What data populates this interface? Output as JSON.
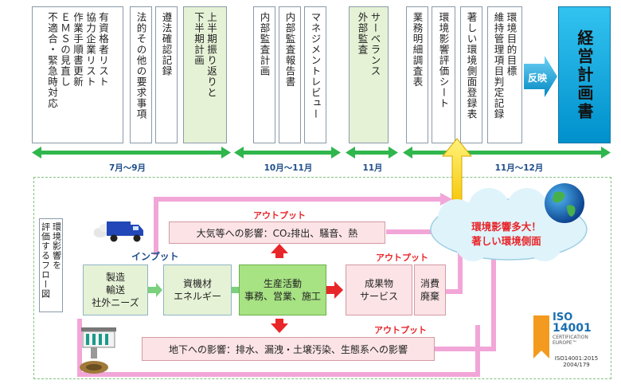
{
  "top_boxes": [
    {
      "lines": [
        "不適合・緊急時対応",
        "ＥＭＳの見直し",
        "作業手順書更新",
        "協力企業リスト",
        "有資格者リスト"
      ]
    },
    {
      "lines": [
        "法的その他の要求事項"
      ]
    },
    {
      "lines": [
        "遵法確認記録"
      ]
    },
    {
      "lines": [
        "上半期振り返りと",
        "下半期計画"
      ]
    },
    {
      "lines": [
        "内部監査計画"
      ]
    },
    {
      "lines": [
        "内部監査報告書"
      ]
    },
    {
      "lines": [
        "マネジメントレビュー"
      ]
    },
    {
      "lines": [
        "サーベランス",
        "外部監査"
      ]
    },
    {
      "lines": [
        "業務明細調査表"
      ]
    },
    {
      "lines": [
        "環境影響評価シート"
      ]
    },
    {
      "lines": [
        "著しい環境側面登録表"
      ]
    },
    {
      "lines": [
        "維持管理項目判定記録",
        "環境目的目標"
      ]
    }
  ],
  "feedback_label": "反映",
  "plan_box": "経営計画書",
  "timeline": {
    "p1": "7月～9月",
    "p2": "10月～11月",
    "p3": "11月",
    "p4": "11月～12月"
  },
  "side_label_lines": [
    "環境影響を",
    "評価するフロー図"
  ],
  "flow": {
    "input_label": "インプット",
    "output_label_top": "アウトプット",
    "output_label_mid": "アウトプット",
    "output_label_bottom": "アウトプット",
    "atmosphere": "大気等への影響：CO₂排出、騒音、熱",
    "box_inputs": [
      "製造",
      "輸送",
      "社外ニーズ"
    ],
    "box_materials": [
      "資機材",
      "エネルギー"
    ],
    "box_production": [
      "生産活動",
      "事務、営業、施工"
    ],
    "box_products": [
      "成果物",
      "サービス"
    ],
    "box_disposal": [
      "消費",
      "廃棄"
    ],
    "underground": "地下への影響：排水、漏洩・土壌汚染、生態系への影響",
    "cloud_lines": [
      "環境影響多大！",
      "著しい環境側面"
    ]
  },
  "iso": {
    "title": "ISO",
    "number": "14001",
    "cert_lines": [
      "CERTIFICATION",
      "EUROPE™"
    ],
    "std_lines": [
      "ISO14001:2015",
      "2004/179"
    ]
  },
  "colors": {
    "accent_blue": "#00a9df",
    "timeline_green": "#2fb64d",
    "flow_pink": "#f2a6d8",
    "output_red": "#e8262a",
    "arrow_yellow": "#ffe100"
  }
}
